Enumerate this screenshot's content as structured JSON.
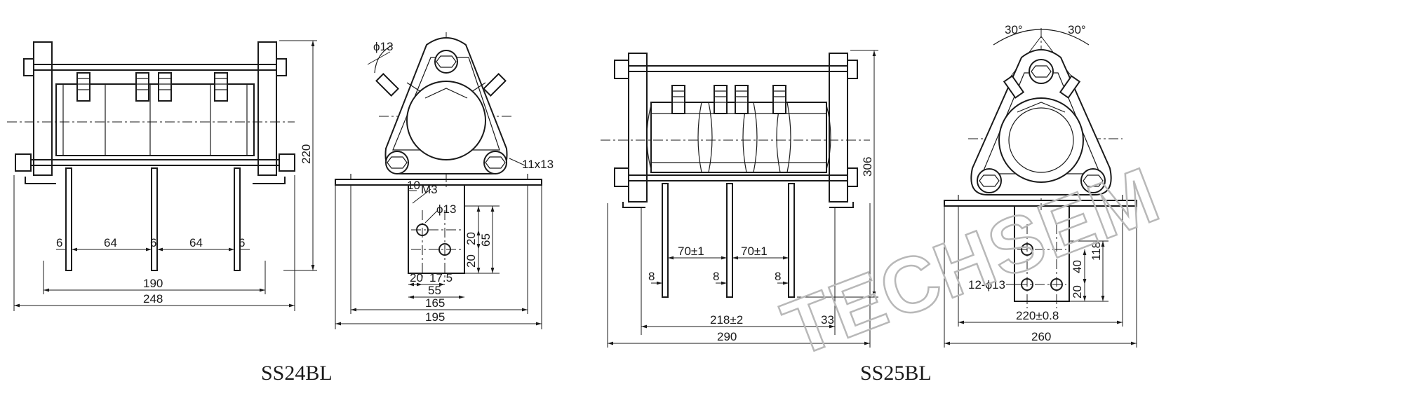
{
  "ss24": {
    "caption": "SS24BL",
    "side": {
      "d_height": "220",
      "d_6a": "6",
      "d_64a": "64",
      "d_6b": "6",
      "d_64b": "64",
      "d_6c": "6",
      "d_190": "190",
      "d_248": "248"
    },
    "front": {
      "d_phi13_top": "ϕ13",
      "d_10": "10",
      "d_m3": "M3",
      "d_phi13": "ϕ13",
      "d_11x13": "11x13",
      "d_20a": "20",
      "d_20b": "20",
      "d_65": "65",
      "d_20c": "20",
      "d_17_5": "17.5",
      "d_55": "55",
      "d_165": "165",
      "d_195": "195"
    }
  },
  "ss25": {
    "caption": "SS25BL",
    "side": {
      "d_height": "306",
      "d_70a": "70±1",
      "d_70b": "70±1",
      "d_8a": "8",
      "d_8b": "8",
      "d_8c": "8",
      "d_218": "218±2",
      "d_33": "33",
      "d_290": "290"
    },
    "front": {
      "d_30a": "30°",
      "d_30b": "30°",
      "d_12phi13": "12-ϕ13",
      "d_40": "40",
      "d_20": "20",
      "d_118": "118",
      "d_220": "220±0.8",
      "d_260": "260"
    }
  },
  "watermark": "TECHSEM"
}
